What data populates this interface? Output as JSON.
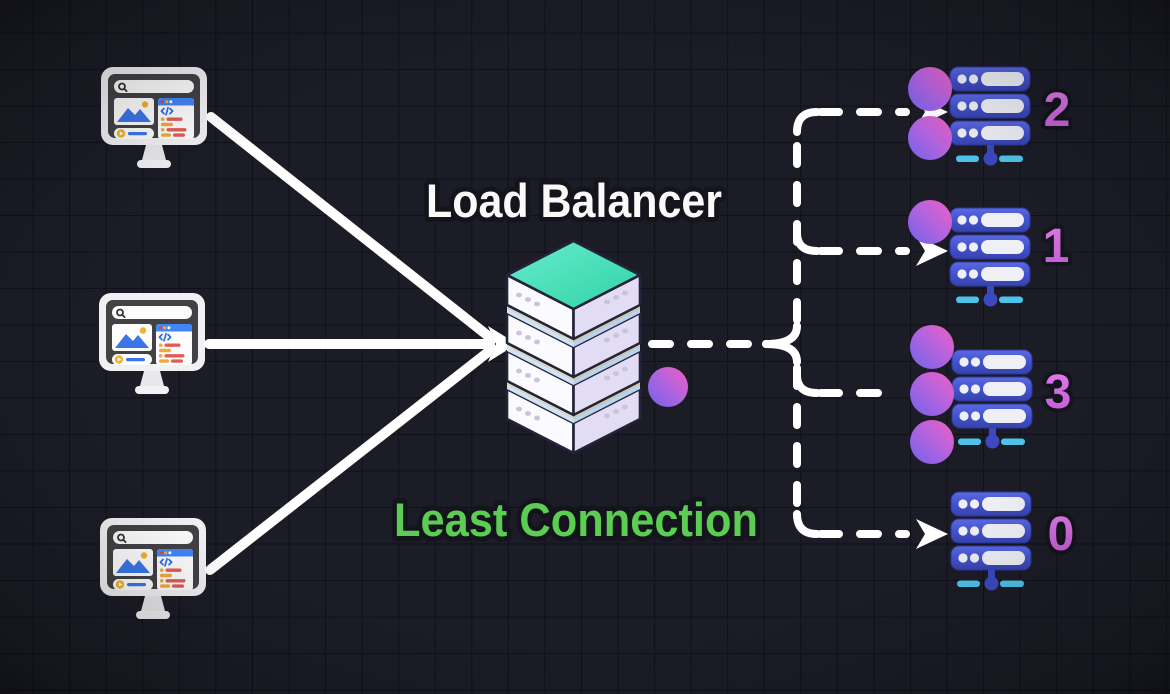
{
  "diagram": {
    "title": "Load Balancer",
    "algorithm_label": "Least Connection",
    "clients": [
      {
        "id": "client-1"
      },
      {
        "id": "client-2"
      },
      {
        "id": "client-3"
      }
    ],
    "load_balancer": {
      "pending_dot_count": 1
    },
    "servers": [
      {
        "position": "top",
        "active_connections": "2",
        "connection_dots": 2
      },
      {
        "position": "upper-middle",
        "active_connections": "1",
        "connection_dots": 1
      },
      {
        "position": "lower-middle",
        "active_connections": "3",
        "connection_dots": 3
      },
      {
        "position": "bottom",
        "active_connections": "0",
        "connection_dots": 0
      }
    ],
    "colors": {
      "background": "#1c1c27",
      "grid_line": "#10101b",
      "title_text": "#fafafa",
      "algorithm_text": "#5bcd52",
      "connection_count_text": "#d46fe0",
      "connection_dot_gradient": [
        "#6f63eb",
        "#ef5fc0"
      ],
      "server_blue": "#4353cd",
      "load_balancer_top_teal": "#3fd9b2",
      "arrow_white": "#ffffff",
      "network_cyan": "#4cc4ea"
    }
  }
}
